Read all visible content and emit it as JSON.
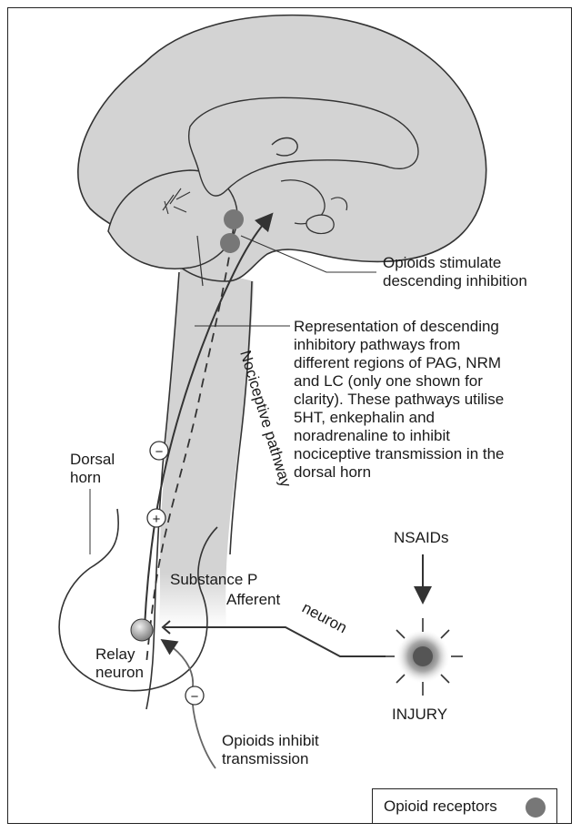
{
  "labels": {
    "opioids_stimulate": "Opioids stimulate\ndescending inhibition",
    "representation": "Representation of descending\ninhibitory pathways from\ndifferent regions of PAG, NRM\nand LC (only one shown for\nclarity). These pathways utilise\n5HT, enkephalin and\nnoradrenaline to inhibit\nnociceptive transmission in the\ndorsal horn",
    "nociceptive_pathway": "Nociceptive pathway",
    "dorsal_horn": "Dorsal\nhorn",
    "substance_p": "Substance P",
    "afferent": "Afferent",
    "neuron": "neuron",
    "relay_neuron": "Relay\nneuron",
    "nsaids": "NSAIDs",
    "injury": "INJURY",
    "opioids_inhibit": "Opioids inhibit\ntransmission",
    "minus_sign": "−",
    "plus_sign": "+"
  },
  "legend": {
    "label": "Opioid receptors"
  },
  "colors": {
    "receptor": "#777777",
    "brain": "#d3d3d3",
    "outline": "#333333"
  }
}
